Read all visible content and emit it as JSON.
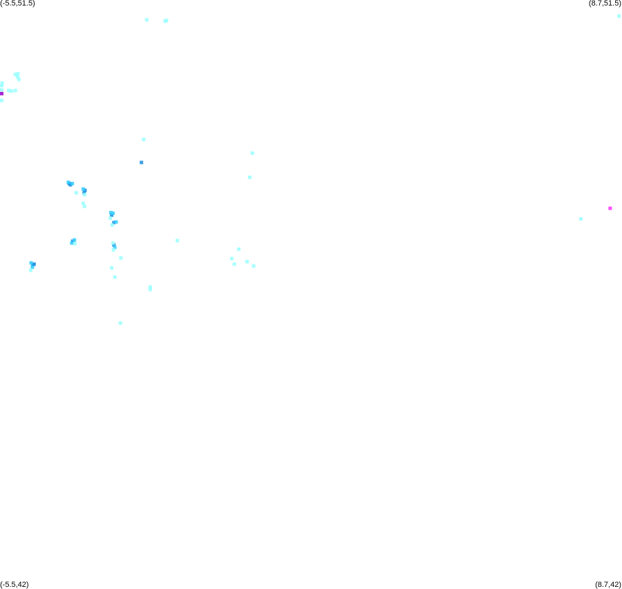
{
  "chart_data": {
    "type": "scatter",
    "xlim": [
      -5.5,
      8.7
    ],
    "ylim": [
      42,
      51.5
    ],
    "grid": false,
    "corner_labels": {
      "top_left": "(-5.5,51.5)",
      "top_right": "(8.7,51.5)",
      "bottom_left": "(-5.5,42)",
      "bottom_right": "(8.7,42)"
    },
    "colors": {
      "light": "#99ffff",
      "medium": "#33ccff",
      "dark": "#1a8fe0",
      "purple": "#9900cc",
      "magenta": "#ff33ff"
    },
    "points": [
      {
        "x": -2.15,
        "y": 51.18,
        "c": "light"
      },
      {
        "x": -1.73,
        "y": 51.16,
        "c": "light"
      },
      {
        "x": -1.7,
        "y": 51.17,
        "c": "light"
      },
      {
        "x": 8.63,
        "y": 51.24,
        "c": "light"
      },
      {
        "x": -5.15,
        "y": 50.3,
        "c": "light"
      },
      {
        "x": -5.09,
        "y": 50.31,
        "c": "light"
      },
      {
        "x": -5.1,
        "y": 50.26,
        "c": "light"
      },
      {
        "x": -5.07,
        "y": 50.22,
        "c": "light"
      },
      {
        "x": -5.45,
        "y": 50.16,
        "c": "light"
      },
      {
        "x": -5.48,
        "y": 50.12,
        "c": "light"
      },
      {
        "x": -5.3,
        "y": 50.04,
        "c": "light"
      },
      {
        "x": -5.24,
        "y": 50.03,
        "c": "light"
      },
      {
        "x": -5.15,
        "y": 50.04,
        "c": "light"
      },
      {
        "x": -5.5,
        "y": 50.05,
        "c": "light"
      },
      {
        "x": -5.48,
        "y": 49.99,
        "c": "purple"
      },
      {
        "x": -5.48,
        "y": 49.88,
        "c": "light"
      },
      {
        "x": -2.22,
        "y": 49.25,
        "c": "light"
      },
      {
        "x": -2.27,
        "y": 48.88,
        "c": "dark"
      },
      {
        "x": 0.26,
        "y": 49.03,
        "c": "light"
      },
      {
        "x": 0.2,
        "y": 48.64,
        "c": "light"
      },
      {
        "x": -3.92,
        "y": 48.54,
        "c": "dark"
      },
      {
        "x": -3.89,
        "y": 48.52,
        "c": "dark"
      },
      {
        "x": -3.94,
        "y": 48.56,
        "c": "medium"
      },
      {
        "x": -3.85,
        "y": 48.54,
        "c": "medium"
      },
      {
        "x": -3.76,
        "y": 48.39,
        "c": "light"
      },
      {
        "x": -3.56,
        "y": 48.43,
        "c": "dark"
      },
      {
        "x": -3.58,
        "y": 48.39,
        "c": "dark"
      },
      {
        "x": -3.6,
        "y": 48.45,
        "c": "medium"
      },
      {
        "x": -3.57,
        "y": 48.36,
        "c": "light"
      },
      {
        "x": -3.6,
        "y": 48.22,
        "c": "light"
      },
      {
        "x": -3.57,
        "y": 48.17,
        "c": "light"
      },
      {
        "x": -2.95,
        "y": 48.03,
        "c": "dark"
      },
      {
        "x": -2.97,
        "y": 48.07,
        "c": "medium"
      },
      {
        "x": -2.92,
        "y": 48.06,
        "c": "medium"
      },
      {
        "x": -2.98,
        "y": 47.98,
        "c": "light"
      },
      {
        "x": -2.9,
        "y": 47.91,
        "c": "dark"
      },
      {
        "x": -2.85,
        "y": 47.92,
        "c": "medium"
      },
      {
        "x": -2.94,
        "y": 47.87,
        "c": "light"
      },
      {
        "x": 7.76,
        "y": 47.97,
        "c": "light"
      },
      {
        "x": 8.43,
        "y": 48.14,
        "c": "magenta"
      },
      {
        "x": -3.84,
        "y": 47.61,
        "c": "dark"
      },
      {
        "x": -3.8,
        "y": 47.63,
        "c": "medium"
      },
      {
        "x": -3.86,
        "y": 47.58,
        "c": "medium"
      },
      {
        "x": -3.79,
        "y": 47.57,
        "c": "light"
      },
      {
        "x": -2.9,
        "y": 47.55,
        "c": "dark"
      },
      {
        "x": -2.88,
        "y": 47.51,
        "c": "medium"
      },
      {
        "x": -2.92,
        "y": 47.58,
        "c": "light"
      },
      {
        "x": -2.91,
        "y": 47.47,
        "c": "light"
      },
      {
        "x": -1.45,
        "y": 47.62,
        "c": "light"
      },
      {
        "x": -2.74,
        "y": 47.34,
        "c": "light"
      },
      {
        "x": -4.75,
        "y": 47.23,
        "c": "dark"
      },
      {
        "x": -4.72,
        "y": 47.24,
        "c": "dark"
      },
      {
        "x": -4.79,
        "y": 47.26,
        "c": "medium"
      },
      {
        "x": -4.76,
        "y": 47.19,
        "c": "medium"
      },
      {
        "x": -4.8,
        "y": 47.14,
        "c": "light"
      },
      {
        "x": -2.95,
        "y": 47.18,
        "c": "light"
      },
      {
        "x": -2.88,
        "y": 47.03,
        "c": "light"
      },
      {
        "x": -0.05,
        "y": 47.48,
        "c": "light"
      },
      {
        "x": -0.21,
        "y": 47.33,
        "c": "light"
      },
      {
        "x": -0.15,
        "y": 47.24,
        "c": "light"
      },
      {
        "x": 0.29,
        "y": 47.21,
        "c": "light"
      },
      {
        "x": 0.14,
        "y": 47.28,
        "c": "light"
      },
      {
        "x": -2.07,
        "y": 46.87,
        "c": "light"
      },
      {
        "x": -2.07,
        "y": 46.83,
        "c": "light"
      },
      {
        "x": -2.75,
        "y": 46.29,
        "c": "light"
      }
    ]
  }
}
